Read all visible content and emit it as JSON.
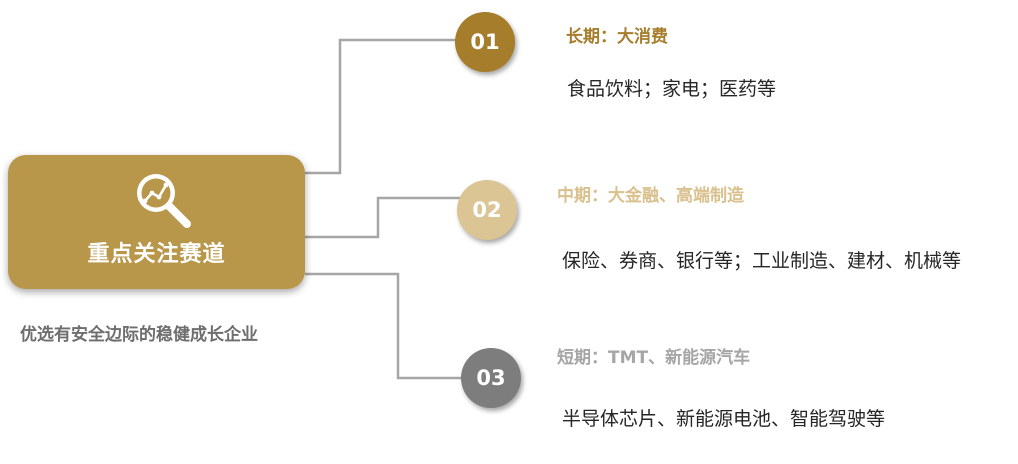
{
  "main": {
    "title": "重点关注赛道",
    "icon": "magnifier-chart-icon",
    "color": "#b8964a"
  },
  "subtitle": "优选有安全边际的稳健成长企业",
  "branches": [
    {
      "number": "01",
      "heading": "长期：大消费",
      "detail": "食品饮料；家电；医药等",
      "color": "#a67d2b",
      "heading_color": "#a67d2b"
    },
    {
      "number": "02",
      "heading": "中期：大金融、高端制造",
      "detail": "保险、券商、银行等；工业制造、建材、机械等",
      "color": "#dcc594",
      "heading_color": "#d9c08c"
    },
    {
      "number": "03",
      "heading": "短期：TMT、新能源汽车",
      "detail": "半导体芯片、新能源电池、智能驾驶等",
      "color": "#7d7d7d",
      "heading_color": "#a6a6a6"
    }
  ]
}
